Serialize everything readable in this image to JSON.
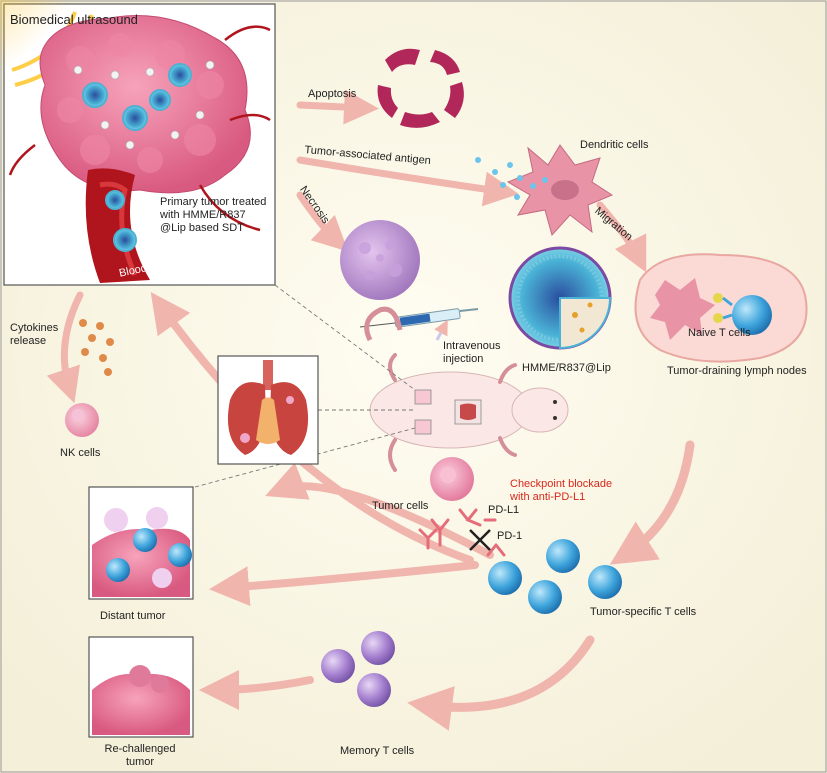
{
  "labels": {
    "biomedical_ultrasound": "Biomedical ultrasound",
    "apoptosis": "Apoptosis",
    "tumor_associated_antigen": "Tumor-associated antigen",
    "dendritic_cells": "Dendritic cells",
    "necrosis": "Necrosis",
    "migration": "Migration",
    "primary_tumor": "Primary tumor treated with HMME/R837 @Lip based SDT",
    "blood_vessel": "Blood vessel",
    "cytokines_release": "Cytokines release",
    "intravenous_injection": "Intravenous injection",
    "nanoparticle": "HMME/R837@Lip",
    "naive_t_cells": "Naive T cells",
    "lymph_nodes": "Tumor-draining lymph nodes",
    "nk_cells": "NK cells",
    "tumor_cells": "Tumor cells",
    "checkpoint_blockade": "Checkpoint blockade with anti-PD-L1",
    "pd_l1": "PD-L1",
    "pd_1": "PD-1",
    "distant_tumor": "Distant tumor",
    "tumor_specific_t_cells": "Tumor-specific T cells",
    "memory_t_cells": "Memory T cells",
    "rechallenged_tumor": "Re-challenged tumor"
  },
  "colors": {
    "background": "#fbf7ea",
    "arrow": "#f0b5ad",
    "tumor_pink": "#e8708f",
    "vessel_red": "#b0141c",
    "t_cell_blue": "#3fa5dc",
    "memory_purple": "#a57fcf",
    "highlight_red": "#d8271c"
  }
}
